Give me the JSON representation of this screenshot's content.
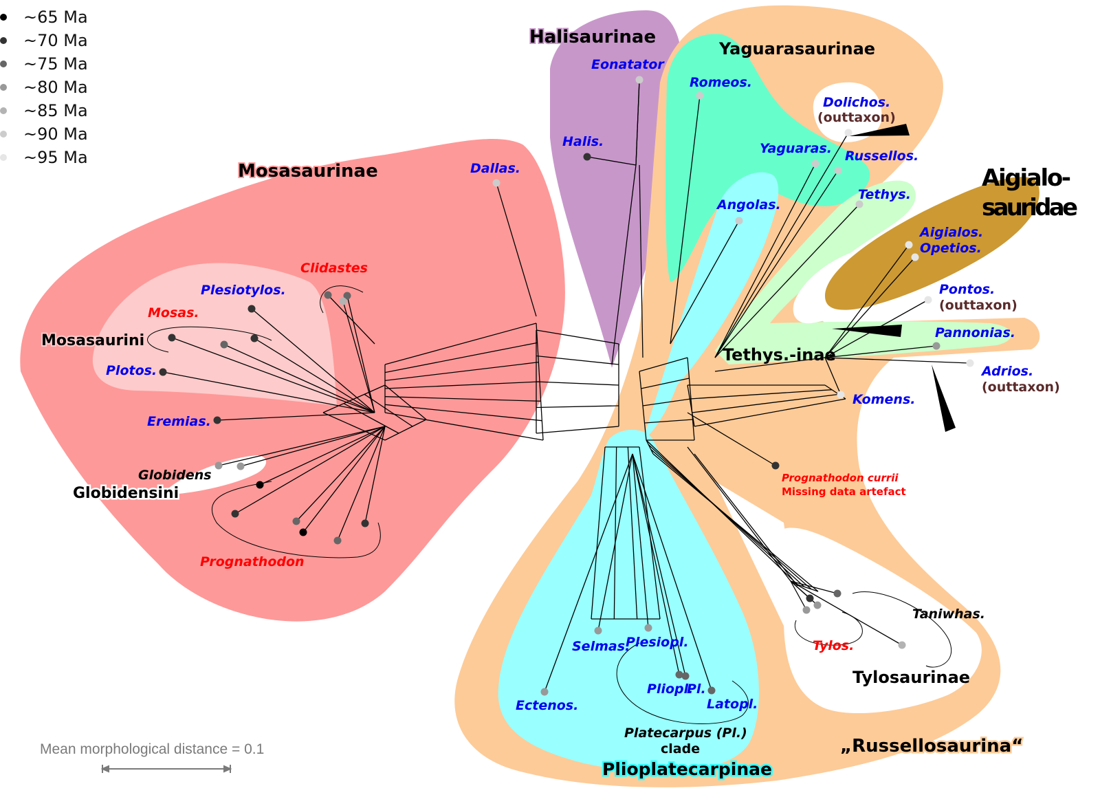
{
  "legend": {
    "items": [
      {
        "label": "~65 Ma",
        "color": "#000000"
      },
      {
        "label": "~70 Ma",
        "color": "#333333"
      },
      {
        "label": "~75 Ma",
        "color": "#666666"
      },
      {
        "label": "~80 Ma",
        "color": "#999999"
      },
      {
        "label": "~85 Ma",
        "color": "#b3b3b3"
      },
      {
        "label": "~90 Ma",
        "color": "#cccccc"
      },
      {
        "label": "~95 Ma",
        "color": "#e6e6e6"
      }
    ]
  },
  "scale_bar": {
    "label": "Mean morphological distance = 0.1",
    "value": 0.1
  },
  "colors": {
    "mosasaurinae": "#fe9999",
    "mosasaurini": "#fdcbcb",
    "halisaurinae": "#c897ca",
    "russellosaurina": "#fdcb98",
    "yaguarasaurinae": "#66ffcc",
    "tethysaurinae": "#ccffcc",
    "plioplatecarpinae": "#99ffff",
    "aigialosauridae": "#cc9933",
    "taxon_blue": "#0000ee",
    "taxon_red": "#ff0000",
    "outtaxon": "#5a2a2a",
    "scale_gray": "#7a7a7a"
  },
  "clades": {
    "mosasaurinae": "Mosasaurinae",
    "mosasaurini": "Mosasaurini",
    "globidensini": "Globidensini",
    "halisaurinae": "Halisaurinae",
    "yaguarasaurinae": "Yaguarasaurinae",
    "aigialosauridae_1": "Aigialo-",
    "aigialosauridae_2": "sauridae",
    "tethysaurinae": "Tethys.-inae",
    "tylosaurinae": "Tylosaurinae",
    "plioplatecarpinae": "Plioplatecarpinae",
    "russellosaurina": "„Russellosaurina“",
    "platecarpus_clade_1": "Platecarpus (Pl.)",
    "platecarpus_clade_2": "clade"
  },
  "taxa": {
    "eonatator": {
      "label": "Eonatator",
      "age": "~90 Ma",
      "style": "blue"
    },
    "halis": {
      "label": "Halis.",
      "age": "~70 Ma",
      "style": "blue"
    },
    "dallas": {
      "label": "Dallas.",
      "age": "~90 Ma",
      "style": "blue"
    },
    "romeos": {
      "label": "Romeos.",
      "age": "~90 Ma",
      "style": "blue"
    },
    "dolichos": {
      "label": "Dolichos.",
      "age": "~95 Ma",
      "style": "blue",
      "note": "(outtaxon)"
    },
    "yaguaras": {
      "label": "Yaguaras.",
      "age": "~90 Ma",
      "style": "blue"
    },
    "russellos": {
      "label": "Russellos.",
      "age": "~90 Ma",
      "style": "blue"
    },
    "tethys": {
      "label": "Tethys.",
      "age": "~90 Ma",
      "style": "blue"
    },
    "angolas": {
      "label": "Angolas.",
      "age": "~90 Ma",
      "style": "blue"
    },
    "aigialos": {
      "label": "Aigialos.",
      "age": "~95 Ma",
      "style": "blue"
    },
    "opetios": {
      "label": "Opetios.",
      "age": "~95 Ma",
      "style": "blue"
    },
    "pontos": {
      "label": "Pontos.",
      "age": "~95 Ma",
      "style": "blue",
      "note": "(outtaxon)"
    },
    "pannonias": {
      "label": "Pannonias.",
      "age": "~80 Ma",
      "style": "blue"
    },
    "adrios": {
      "label": "Adrios.",
      "age": "~95 Ma",
      "style": "blue",
      "note": "(outtaxon)"
    },
    "komens": {
      "label": "Komens.",
      "age": "~95 Ma",
      "style": "blue"
    },
    "clidastes": {
      "label": "Clidastes",
      "age": "~75 Ma",
      "style": "red"
    },
    "plesiotylos": {
      "label": "Plesiotylos.",
      "age": "~70 Ma",
      "style": "blue"
    },
    "mosas": {
      "label": "Mosas.",
      "age": "~70 Ma",
      "style": "red"
    },
    "plotos": {
      "label": "Plotos.",
      "age": "~70 Ma",
      "style": "blue"
    },
    "eremias": {
      "label": "Eremias.",
      "age": "~70 Ma",
      "style": "blue"
    },
    "globidens": {
      "label": "Globidens",
      "age": "~80 Ma",
      "style": "black"
    },
    "prognathodon": {
      "label": "Prognathodon",
      "age": "~70 Ma",
      "style": "red"
    },
    "prognathodon_currii": {
      "label": "Prognathodon currii",
      "note": "Missing data artefact",
      "age": "~70 Ma",
      "style": "red-small"
    },
    "selmas": {
      "label": "Selmas.",
      "age": "~80 Ma",
      "style": "blue"
    },
    "plesiopl": {
      "label": "Plesiopl.",
      "age": "~80 Ma",
      "style": "blue"
    },
    "pliopl": {
      "label": "Pliopl.",
      "age": "~75 Ma",
      "style": "blue"
    },
    "pl": {
      "label": "Pl.",
      "age": "~75 Ma",
      "style": "blue"
    },
    "latopl": {
      "label": "Latopl.",
      "age": "~75 Ma",
      "style": "blue"
    },
    "ectenos": {
      "label": "Ectenos.",
      "age": "~80 Ma",
      "style": "blue"
    },
    "tylos": {
      "label": "Tylos.",
      "age": "~80 Ma",
      "style": "red"
    },
    "taniwhas": {
      "label": "Taniwhas.",
      "age": "~85 Ma",
      "style": "black"
    }
  }
}
